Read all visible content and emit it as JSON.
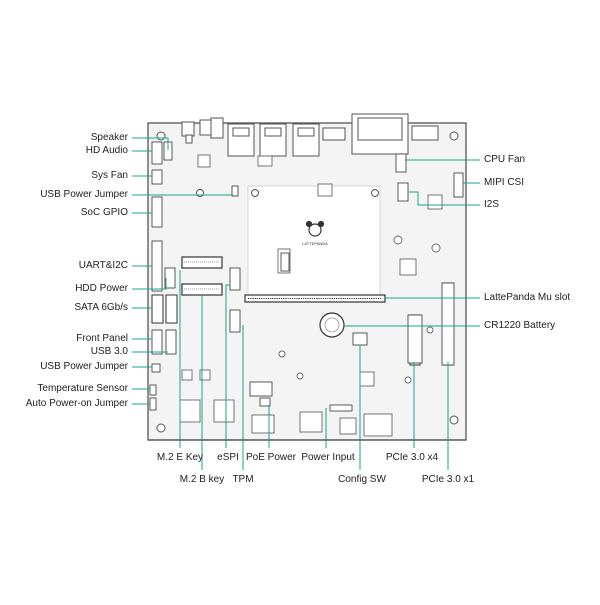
{
  "colors": {
    "accent": "#1aa58c",
    "board_fill": "#f4f4f4",
    "board_stroke": "#555555",
    "component": "#666666",
    "text": "#222222"
  },
  "board": {
    "logo_text": "LATTEPANDA"
  },
  "labels": {
    "left": [
      "Speaker",
      "HD Audio",
      "Sys Fan",
      "USB Power Jumper",
      "SoC GPIO",
      "UART&I2C",
      "HDD Power",
      "SATA 6Gb/s",
      "Front Panel",
      "USB 3.0",
      "USB Power Jumper",
      "Temperature Sensor",
      "Auto Power-on Jumper"
    ],
    "right": [
      "CPU Fan",
      "MIPI CSI",
      "I2S",
      "LattePanda Mu slot",
      "CR1220 Battery"
    ],
    "bottom": [
      "M.2 E Key",
      "M.2 B key",
      "eSPI",
      "TPM",
      "PoE Power",
      "Power Input",
      "Config SW",
      "PCIe 3.0 x4",
      "PCIe 3.0 x1"
    ]
  }
}
